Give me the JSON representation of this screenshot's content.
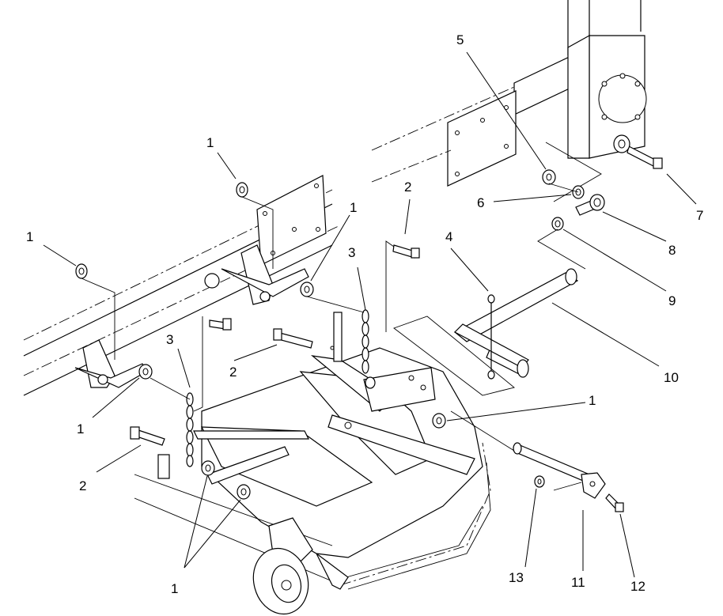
{
  "callouts": [
    {
      "id": "c1a",
      "label": "1"
    },
    {
      "id": "c1b",
      "label": "1"
    },
    {
      "id": "c1c",
      "label": "1"
    },
    {
      "id": "c1d",
      "label": "1"
    },
    {
      "id": "c1e",
      "label": "1"
    },
    {
      "id": "c1f",
      "label": "1"
    },
    {
      "id": "c2a",
      "label": "2"
    },
    {
      "id": "c2b",
      "label": "2"
    },
    {
      "id": "c2c",
      "label": "2"
    },
    {
      "id": "c3a",
      "label": "3"
    },
    {
      "id": "c3b",
      "label": "3"
    },
    {
      "id": "c4",
      "label": "4"
    },
    {
      "id": "c5",
      "label": "5"
    },
    {
      "id": "c6",
      "label": "6"
    },
    {
      "id": "c7",
      "label": "7"
    },
    {
      "id": "c8",
      "label": "8"
    },
    {
      "id": "c9",
      "label": "9"
    },
    {
      "id": "c10",
      "label": "10"
    },
    {
      "id": "c11",
      "label": "11"
    },
    {
      "id": "c12",
      "label": "12"
    },
    {
      "id": "c13",
      "label": "13"
    }
  ]
}
